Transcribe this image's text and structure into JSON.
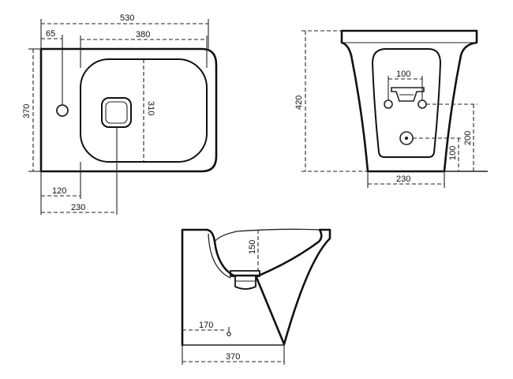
{
  "top_view": {
    "overall_width": "530",
    "offset": "65",
    "bowl_width": "380",
    "depth": "370",
    "bowl_depth": "310",
    "hole_offset": "120",
    "half_width": "230"
  },
  "front_view": {
    "height": "420",
    "fixing_spacing": "100",
    "inlet_height": "200",
    "outlet_height": "100",
    "base_width": "230"
  },
  "side_view": {
    "bowl_depth": "150",
    "outlet_offset": "170",
    "overall_depth": "370"
  }
}
